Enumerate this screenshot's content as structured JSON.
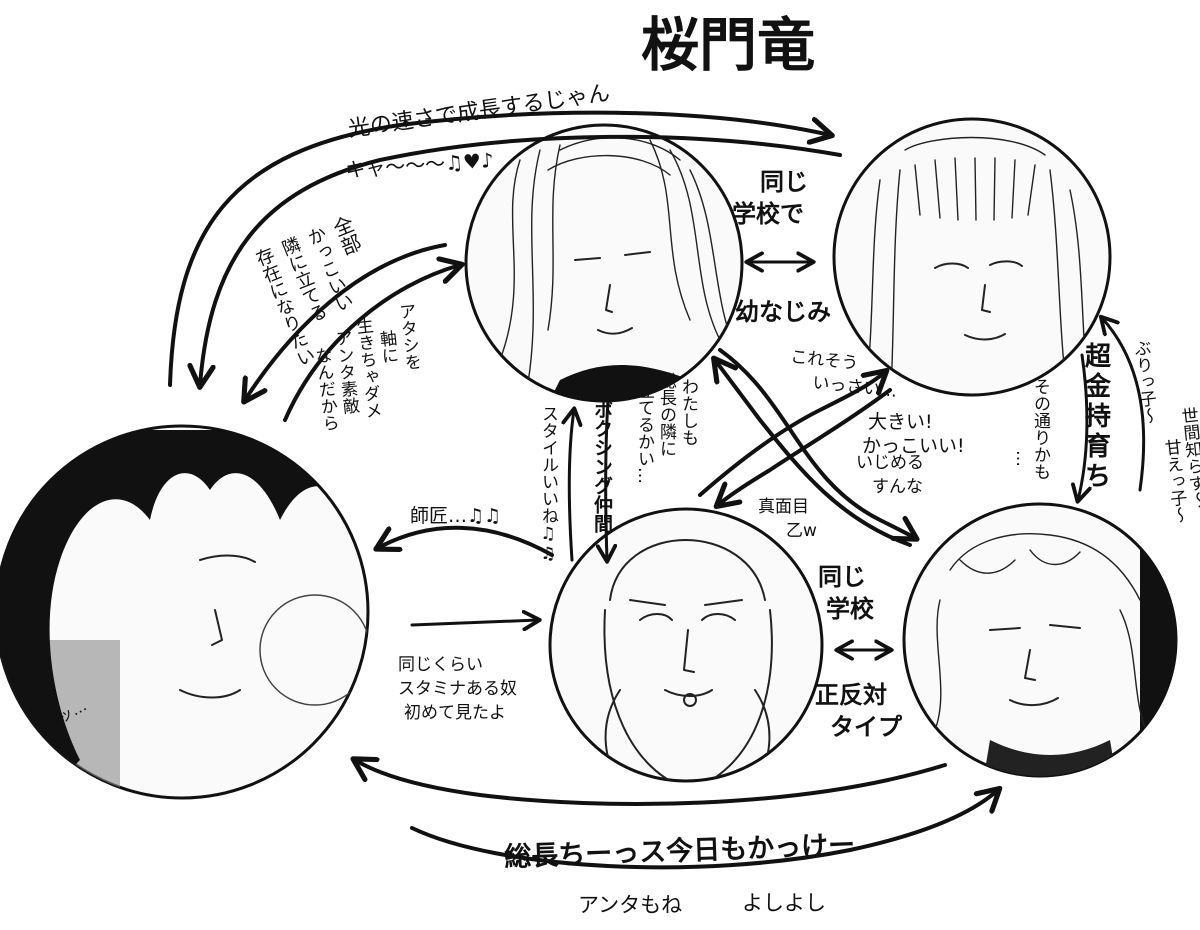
{
  "title": "桜門竜",
  "labels": {
    "top_arrow": "光の速さで成長するじゃん",
    "kya": "キャ〜〜〜♫♥♪",
    "zenbu": [
      "全部",
      "かっこいい",
      "隣に立てる",
      "存在になりたい"
    ],
    "atashi": [
      "アタシを",
      "軸に",
      "生きちゃダメ",
      "アンタ素敵",
      "なんだから"
    ],
    "onaji_gakko_de": [
      "同じ",
      "学校で"
    ],
    "osananajimi": "幼なじみ",
    "kore_sou": [
      "これそう",
      "いっさい…"
    ],
    "ookii": [
      "大きい!",
      "かっこいい!"
    ],
    "chou_kanemochi": [
      "超",
      "金",
      "持",
      "育",
      "ち"
    ],
    "sono_toori": [
      "その通りかも",
      "…"
    ],
    "burikko": [
      "ぶりっ子〜",
      "甘えっ子〜"
    ],
    "seken_shirazu": "世間知らず〜",
    "watashi_mo": [
      "わたしも",
      "総長の隣に",
      "立てるかい…"
    ],
    "boxing": [
      "ボクシング仲間"
    ],
    "style": [
      "スタイルいいね♫♫"
    ],
    "shishou": "師匠…♫♫",
    "majime": [
      "真面目",
      "乙w"
    ],
    "ijimeru": [
      "いじめる",
      "すんな"
    ],
    "onaji_gakko": [
      "同じ",
      "学校"
    ],
    "seihantai": [
      "正反対",
      "タイプ"
    ],
    "stamina": [
      "同じくらい",
      "スタミナある奴",
      "初めて見たよ"
    ],
    "hah": "ハッ…",
    "soucho": "総長ちーっス今日もかっけー",
    "anta_mone": "アンタもね",
    "yoshi": "よしよし"
  }
}
